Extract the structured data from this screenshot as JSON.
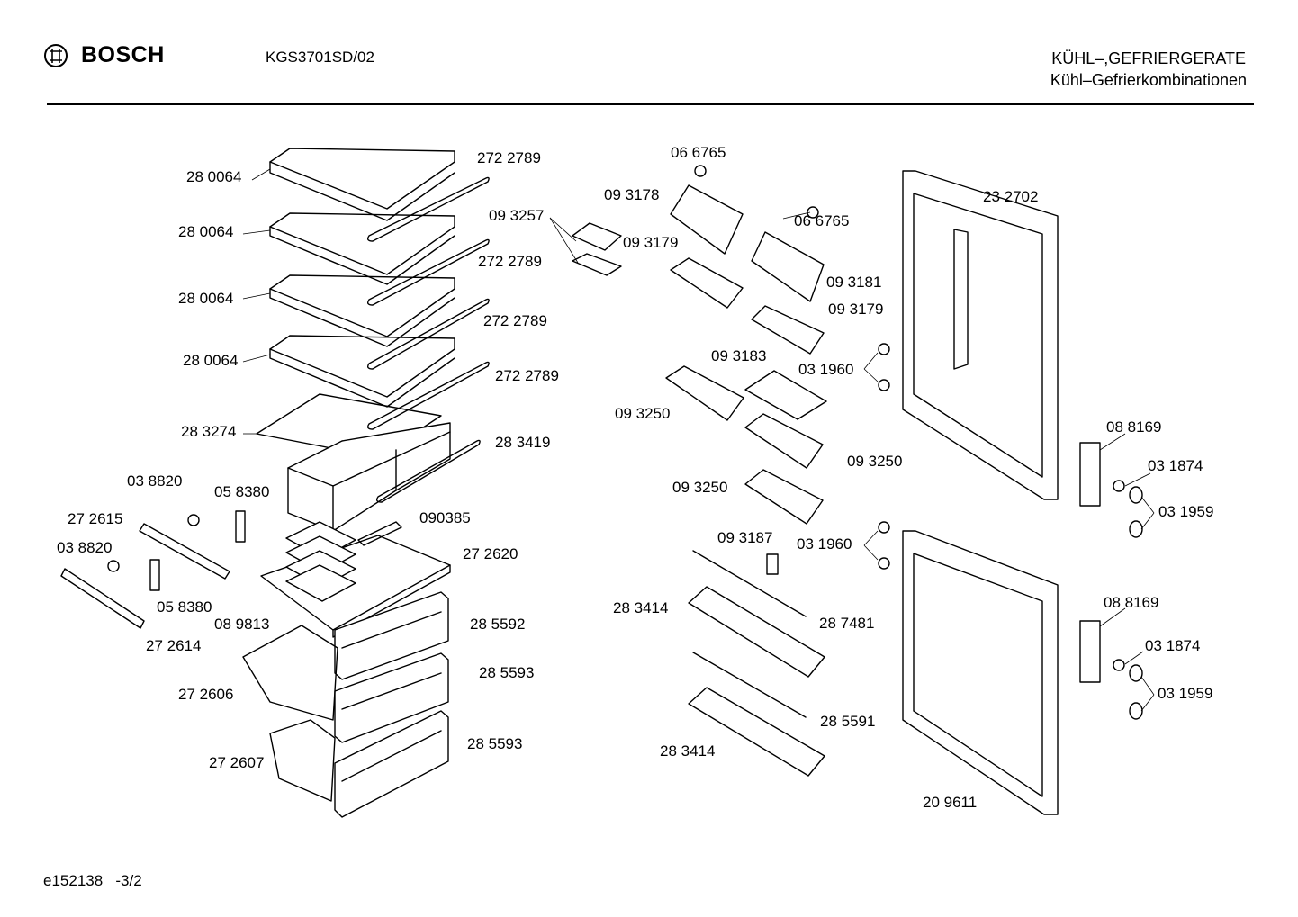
{
  "header": {
    "brand": "BOSCH",
    "model": "KGS3701SD/02",
    "category": "KÜHL–,GEFRIERGERATE",
    "subcategory": "Kühl–Gefrierkombinationen"
  },
  "footer": {
    "doc_id": "e152138",
    "page": "-3/2"
  },
  "parts": [
    {
      "id": "p1",
      "number": "28 0064"
    },
    {
      "id": "p2",
      "number": "272 2789"
    },
    {
      "id": "p3",
      "number": "28 0064"
    },
    {
      "id": "p4",
      "number": "272 2789"
    },
    {
      "id": "p5",
      "number": "28 0064"
    },
    {
      "id": "p6",
      "number": "272 2789"
    },
    {
      "id": "p7",
      "number": "28 0064"
    },
    {
      "id": "p8",
      "number": "272 2789"
    },
    {
      "id": "p9",
      "number": "28 3274"
    },
    {
      "id": "p10",
      "number": "28 3419"
    },
    {
      "id": "p11",
      "number": "03 8820"
    },
    {
      "id": "p12",
      "number": "05 8380"
    },
    {
      "id": "p13",
      "number": "27 2615"
    },
    {
      "id": "p14",
      "number": "090385"
    },
    {
      "id": "p15",
      "number": "03 8820"
    },
    {
      "id": "p16",
      "number": "27 2620"
    },
    {
      "id": "p17",
      "number": "05 8380"
    },
    {
      "id": "p18",
      "number": "08 9813"
    },
    {
      "id": "p19",
      "number": "28 5592"
    },
    {
      "id": "p20",
      "number": "27 2614"
    },
    {
      "id": "p21",
      "number": "28 5593"
    },
    {
      "id": "p22",
      "number": "27 2606"
    },
    {
      "id": "p23",
      "number": "28 5593"
    },
    {
      "id": "p24",
      "number": "27 2607"
    },
    {
      "id": "p25",
      "number": "06 6765"
    },
    {
      "id": "p26",
      "number": "09 3178"
    },
    {
      "id": "p27",
      "number": "09 3257"
    },
    {
      "id": "p28",
      "number": "06 6765"
    },
    {
      "id": "p29",
      "number": "09 3179"
    },
    {
      "id": "p30",
      "number": "09 3181"
    },
    {
      "id": "p31",
      "number": "09 3179"
    },
    {
      "id": "p32",
      "number": "09 3183"
    },
    {
      "id": "p33",
      "number": "03 1960"
    },
    {
      "id": "p34",
      "number": "09 3250"
    },
    {
      "id": "p35",
      "number": "09 3250"
    },
    {
      "id": "p36",
      "number": "09 3250"
    },
    {
      "id": "p37",
      "number": "09 3187"
    },
    {
      "id": "p38",
      "number": "03 1960"
    },
    {
      "id": "p39",
      "number": "28 3414"
    },
    {
      "id": "p40",
      "number": "28 7481"
    },
    {
      "id": "p41",
      "number": "28 5591"
    },
    {
      "id": "p42",
      "number": "28 3414"
    },
    {
      "id": "p43",
      "number": "23 2702"
    },
    {
      "id": "p44",
      "number": "08 8169"
    },
    {
      "id": "p45",
      "number": "03 1874"
    },
    {
      "id": "p46",
      "number": "03 1959"
    },
    {
      "id": "p47",
      "number": "08 8169"
    },
    {
      "id": "p48",
      "number": "03 1874"
    },
    {
      "id": "p49",
      "number": "03 1959"
    },
    {
      "id": "p50",
      "number": "20 9611"
    }
  ]
}
